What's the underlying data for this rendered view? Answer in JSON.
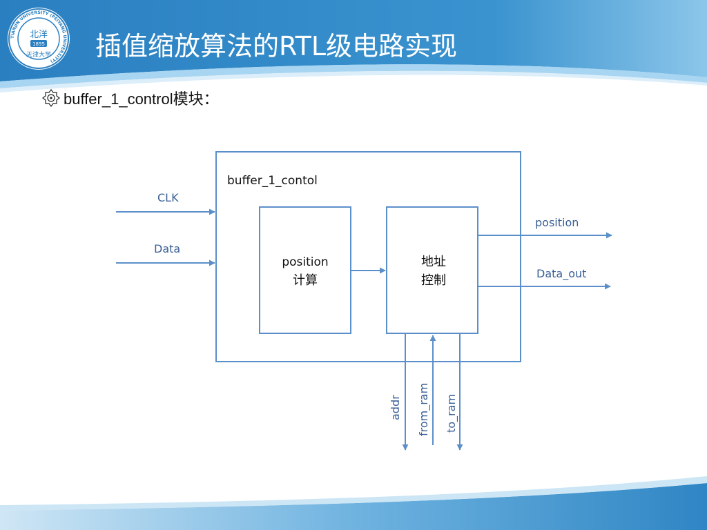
{
  "header": {
    "title": "插值缩放算法的RTL级电路实现",
    "logo": {
      "icon": "tianjin-university-seal-icon",
      "ring_text": "TIANJIN UNIVERSITY (PEIYANG UNIVERSITY)",
      "center_text": "北洋",
      "year": "1895",
      "bottom_text": "天津大学"
    },
    "colors": {
      "band_dark": "#2f86c4",
      "band_light": "#7fbde6"
    }
  },
  "bullet": {
    "icon": "ornament-bullet-icon",
    "text": "buffer_1_control模块："
  },
  "diagram": {
    "colors": {
      "line": "#5b8fc9",
      "label": "#3a5f96",
      "text": "#111111"
    },
    "module": {
      "name": "buffer_1_contol"
    },
    "blocks": [
      {
        "id": "calc",
        "line1": "position",
        "line2": "计算"
      },
      {
        "id": "addr",
        "line1": "地址",
        "line2": "控制"
      }
    ],
    "inputs": [
      "CLK",
      "Data"
    ],
    "outputs": [
      "position",
      "Data_out"
    ],
    "bottom_signals": [
      {
        "label": "addr",
        "direction": "out"
      },
      {
        "label": "from_ram",
        "direction": "in"
      },
      {
        "label": "to_ram",
        "direction": "out"
      }
    ]
  }
}
